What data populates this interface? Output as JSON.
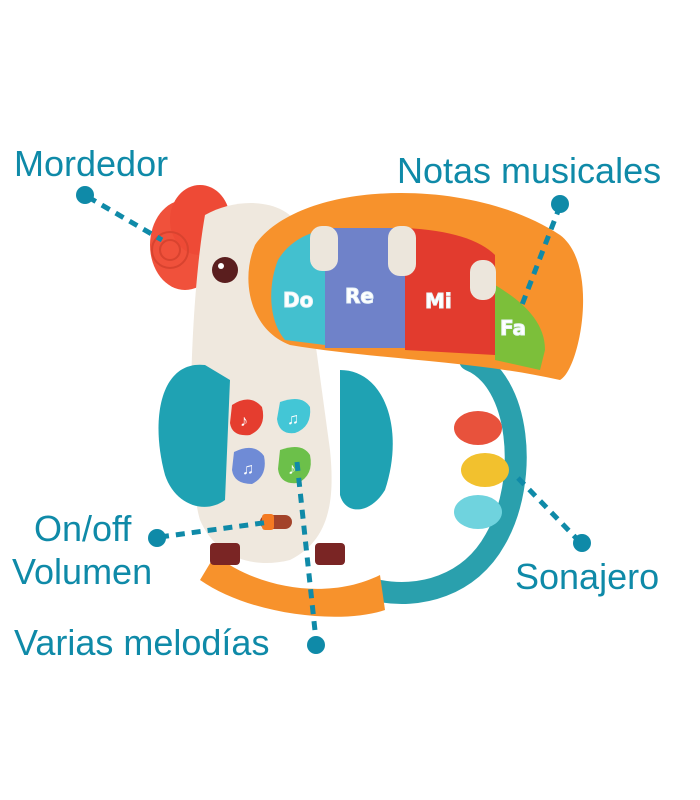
{
  "product": "toucan musical rattle toy",
  "accent_color": "#0f8aa8",
  "labels": {
    "mordedor": "Mordedor",
    "notas": "Notas musicales",
    "onoff_line1": "On/off",
    "onoff_line2": "Volumen",
    "sonajero": "Sonajero",
    "melodias": "Varias melodías"
  },
  "piano_keys": [
    {
      "label": "Do",
      "color": "#43c0cf"
    },
    {
      "label": "Re",
      "color": "#6f82c9"
    },
    {
      "label": "Mi",
      "color": "#e23b2e"
    },
    {
      "label": "Fa",
      "color": "#7cbf3a"
    }
  ],
  "melody_buttons": [
    {
      "color": "#e53d2f"
    },
    {
      "color": "#43c6d6"
    },
    {
      "color": "#6f8bd6"
    },
    {
      "color": "#6cc04a"
    }
  ],
  "beads": [
    {
      "color": "#e8523c"
    },
    {
      "color": "#f2c12e"
    },
    {
      "color": "#6fd3de"
    }
  ]
}
